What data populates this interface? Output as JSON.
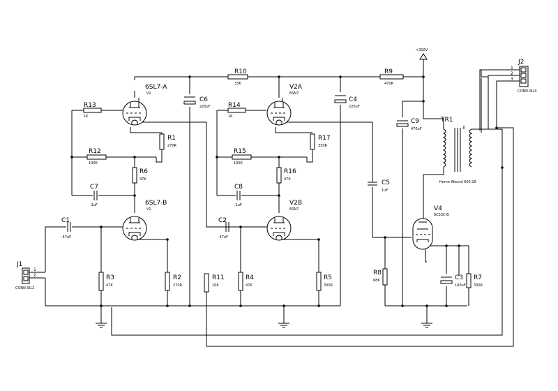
{
  "components": {
    "r1": {
      "ref": "R1",
      "value": "270R"
    },
    "r2": {
      "ref": "R2",
      "value": "270R"
    },
    "r3": {
      "ref": "R3",
      "value": "47K"
    },
    "r4": {
      "ref": "R4",
      "value": "47K"
    },
    "r5": {
      "ref": "R5",
      "value": "330R"
    },
    "r6": {
      "ref": "R6",
      "value": "47K"
    },
    "r7": {
      "ref": "R7",
      "value": "330R"
    },
    "r8": {
      "ref": "R8",
      "value": "68K"
    },
    "r9": {
      "ref": "R9",
      "value": "470R"
    },
    "r10": {
      "ref": "R10",
      "value": "33K"
    },
    "r11": {
      "ref": "R11",
      "value": "10K"
    },
    "r12": {
      "ref": "R12",
      "value": "100K"
    },
    "r13": {
      "ref": "R13",
      "value": "1K"
    },
    "r14": {
      "ref": "R14",
      "value": "1K"
    },
    "r15": {
      "ref": "R15",
      "value": "100K"
    },
    "r16": {
      "ref": "R16",
      "value": "47K"
    },
    "r17": {
      "ref": "R17",
      "value": "330R"
    },
    "c1": {
      "ref": "C1",
      "value": ".47uF"
    },
    "c2": {
      "ref": "C2",
      "value": ".47uF"
    },
    "c3": {
      "ref": "C3",
      "value": "100uF"
    },
    "c4": {
      "ref": "C4",
      "value": "220uF"
    },
    "c5": {
      "ref": "C5",
      "value": "1uF"
    },
    "c6": {
      "ref": "C6",
      "value": "220uF"
    },
    "c7": {
      "ref": "C7",
      "value": ".1uF"
    },
    "c8": {
      "ref": "C8",
      "value": ".1uF"
    },
    "c9": {
      "ref": "C9",
      "value": "470uF"
    },
    "v1a": {
      "ref": "6SL7-A",
      "value": "V1"
    },
    "v1b": {
      "ref": "6SL7-B",
      "value": "V1"
    },
    "v2a": {
      "ref": "V2A",
      "value": "6SN7"
    },
    "v2b": {
      "ref": "V2B",
      "value": "6SN7"
    },
    "v4": {
      "ref": "V4",
      "value": "6C33C-B"
    },
    "tr1": {
      "ref": "TR1",
      "value": "Home Wound 600:16"
    },
    "j1": {
      "ref": "J1",
      "value": "CONN-SIL2",
      "pins": [
        "1",
        "2"
      ]
    },
    "j2": {
      "ref": "J2",
      "value": "CONN-SIL3",
      "pins": [
        "1",
        "2",
        "3"
      ]
    }
  },
  "supply": {
    "label": "+310V"
  }
}
